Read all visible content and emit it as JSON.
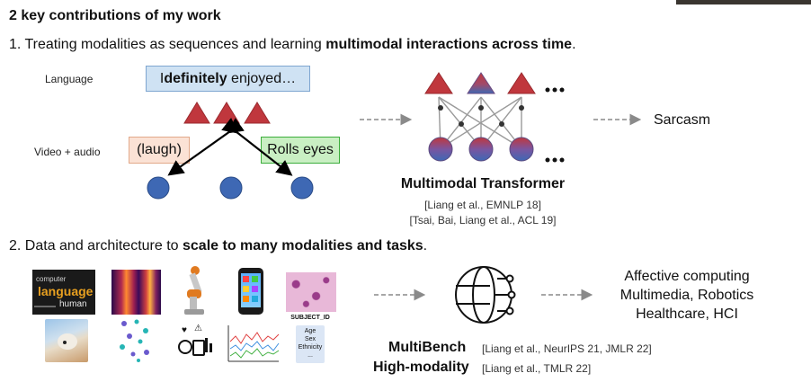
{
  "heading": "2 key contributions of my work",
  "point1": {
    "prefix": "1. Treating modalities as sequences and learning ",
    "bold": "multimodal interactions across time",
    "suffix": "."
  },
  "point2": {
    "prefix": "2. Data and architecture to ",
    "bold": "scale to many modalities and tasks",
    "suffix": "."
  },
  "diagram1": {
    "language_label": "Language",
    "video_label": "Video + audio",
    "sentence": {
      "pre": "I ",
      "bold": "definitely",
      "post": " enjoyed…"
    },
    "laugh_box": "(laugh)",
    "rolls_eyes_box": "Rolls eyes",
    "model_title": "Multimodal Transformer",
    "citations": [
      "[Liang et al., EMNLP 18]",
      "[Tsai, Bai, Liang et al., ACL 19]"
    ],
    "output": "Sarcasm"
  },
  "diagram2": {
    "subject_card": {
      "title": "SUBJECT_ID",
      "lines": [
        "Age",
        "Sex",
        "Ethnicity",
        "..."
      ]
    },
    "wordcloud_words": [
      "computer",
      "language",
      "human"
    ],
    "multibench": {
      "label": "MultiBench",
      "citation": "[Liang et al., NeurIPS 21, JMLR 22]"
    },
    "highmodality": {
      "label": "High-modality",
      "citation": "[Liang et al., TMLR 22]"
    },
    "applications": [
      "Affective computing",
      "Multimedia, Robotics",
      "Healthcare, HCI"
    ]
  },
  "colors": {
    "triangle_red": "#c0373d",
    "circle_blue": "#3e68b4",
    "language_box": "#cfe2f3",
    "laugh_box": "#fbe2d5",
    "rolls_box": "#c9efc3",
    "arrow_gray": "#8a8a8a"
  },
  "icons": [
    "wordcloud-image",
    "spectrogram-image",
    "robot-arm-icon",
    "phone-app-icon",
    "tissue-image",
    "dog-photo",
    "graph-nodes-icon",
    "sensor-icons",
    "timeseries-chart",
    "neural-globe-icon"
  ]
}
